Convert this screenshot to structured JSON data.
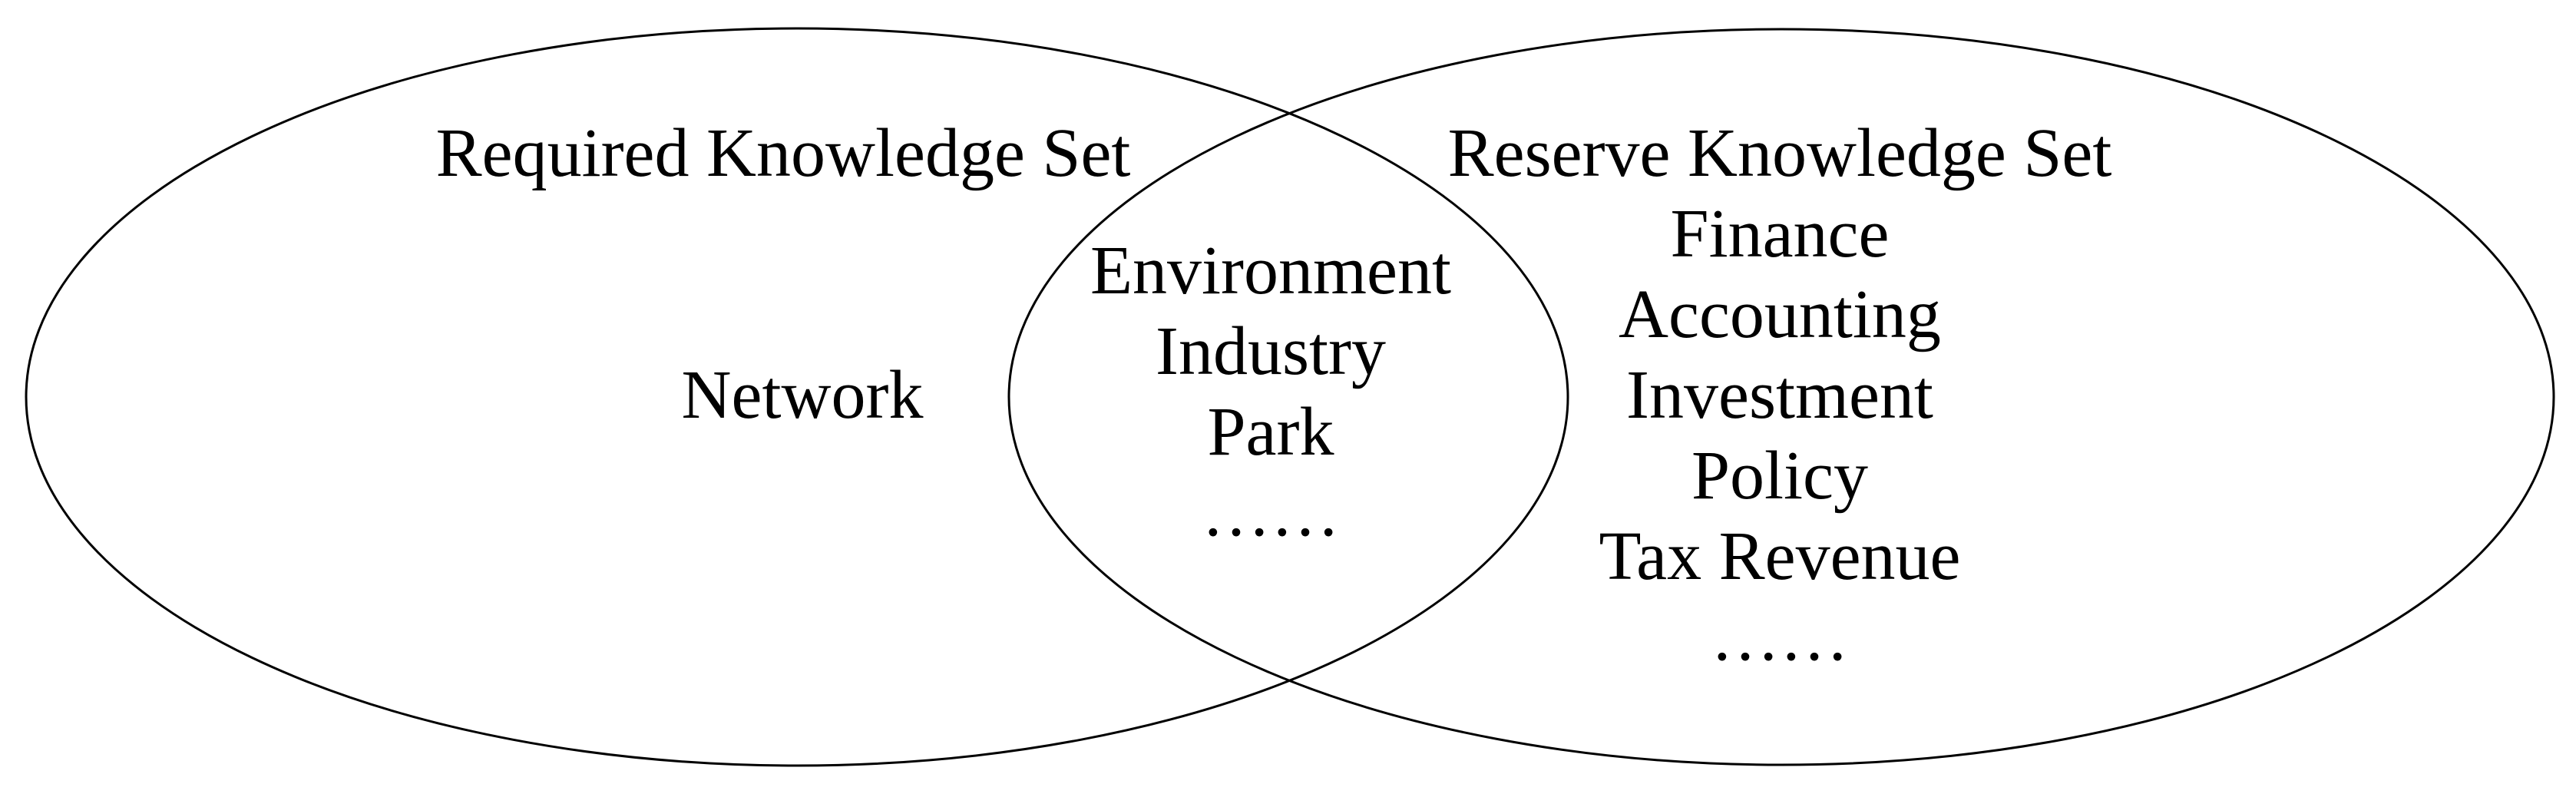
{
  "figure": {
    "kind": "venn-diagram",
    "background_color": "#ffffff",
    "stroke_color": "#000000"
  },
  "left_set": {
    "title": "Required Knowledge Set",
    "items": [
      "Network"
    ]
  },
  "intersection": {
    "items": [
      "Environment",
      "Industry",
      "Park",
      "……"
    ]
  },
  "right_set": {
    "title": "Reserve Knowledge Set",
    "items": [
      "Finance",
      "Accounting",
      "Investment",
      "Policy",
      "Tax Revenue",
      "……"
    ]
  }
}
